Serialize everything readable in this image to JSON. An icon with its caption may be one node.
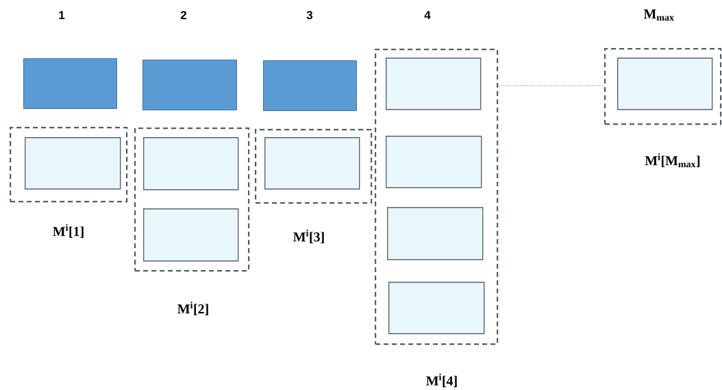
{
  "diagram": {
    "nodes": [
      {
        "text": [],
        "shape": "box"
      },
      {
        "text": [],
        "shape": "box"
      },
      {
        "text": [],
        "shape": "box"
      },
      {
        "text": [],
        "shape": "box"
      },
      {
        "text": [],
        "shape": "box",
        "in": 3
      },
      {
        "text": [],
        "shape": "box"
      },
      {
        "text": [],
        "shape": "box",
        "in": 5
      },
      {
        "text": [],
        "shape": "box",
        "in": 5
      },
      {
        "text": [],
        "shape": "box"
      },
      {
        "text": [],
        "shape": "box",
        "in": 8
      },
      {
        "text": [],
        "shape": "box"
      },
      {
        "text": [],
        "shape": "box",
        "in": 10
      },
      {
        "text": [],
        "shape": "box",
        "in": 10
      },
      {
        "text": [],
        "shape": "box",
        "in": 10
      },
      {
        "text": [],
        "shape": "box",
        "in": 10
      },
      {
        "text": [],
        "shape": "box"
      },
      {
        "text": [],
        "shape": "box",
        "in": 15
      }
    ],
    "edges": [
      {
        "from": 10,
        "to": 15,
        "arrow": "none",
        "style": "dashed"
      }
    ],
    "labels": [
      "1",
      "2",
      "3",
      "4",
      "M$_{max}$",
      "M$^{i}$[M$_{max}$]",
      "M$^{i}$[1]",
      "M$^{i}$[3]",
      "M$^{i}$[2]",
      "M$^{i}$[4]"
    ]
  }
}
